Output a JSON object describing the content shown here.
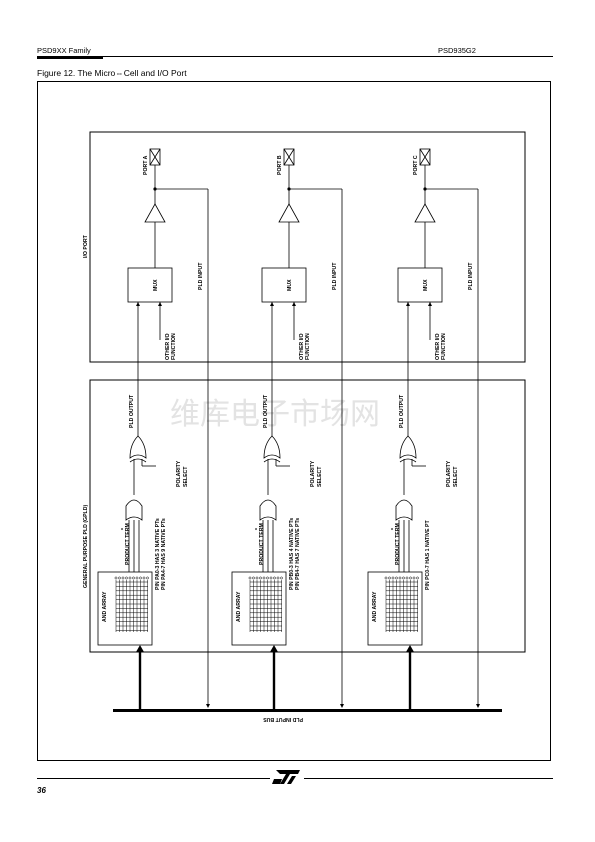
{
  "header": {
    "left": "PSD9XX Family",
    "right": "PSD935G2"
  },
  "figure": {
    "caption": "Figure 12. The Micro⇔Cell and I/O Port",
    "io_port_label": "I/O PORT",
    "gpld_label": "GENERAL  PURPOSE PLD (GPLD)",
    "bus_label": "PLD INPUT BUS",
    "watermark": "维库电子市场网",
    "columns": [
      {
        "port": "PORT A",
        "mux": "MUX",
        "pld_input": "PLD INPUT",
        "other_io": "OTHER I/O",
        "function": "FUNCTION",
        "pld_output": "PLD OUTPUT",
        "polarity": "POLARITY",
        "select": "SELECT",
        "product_term": "PRODUCT TERM",
        "star": "*",
        "pin_note_1": "PIN PA0-3 HAS 3 NATIVE PTs",
        "pin_note_2": "PIN PA4-7 HAS 9 NATIVE PTs",
        "and_array": "AND ARRAY"
      },
      {
        "port": "PORT B",
        "mux": "MUX",
        "pld_input": "PLD INPUT",
        "other_io": "OTHER I/O",
        "function": "FUNCTION",
        "pld_output": "PLD OUTPUT",
        "polarity": "POLARITY",
        "select": "SELECT",
        "product_term": "PRODUCT TERM",
        "star": "*",
        "pin_note_1": "PIN PB0-3 HAS 4 NATIVE PTs",
        "pin_note_2": "PIN PB4-7 HAS 7 NATIVE PTs",
        "and_array": "AND ARRAY"
      },
      {
        "port": "PORT C",
        "mux": "MUX",
        "pld_input": "PLD INPUT",
        "other_io": "OTHER I/O",
        "function": "FUNCTION",
        "pld_output": "PLD OUTPUT",
        "polarity": "POLARITY",
        "select": "SELECT",
        "product_term": "PRODUCT TERM",
        "star": "*",
        "pin_note_1": "PIN PC0-7 HAS 1 NATIVE PT",
        "pin_note_2": "",
        "and_array": "AND ARRAY"
      }
    ]
  },
  "footer": {
    "page_number": "36",
    "logo": "st-logo"
  }
}
